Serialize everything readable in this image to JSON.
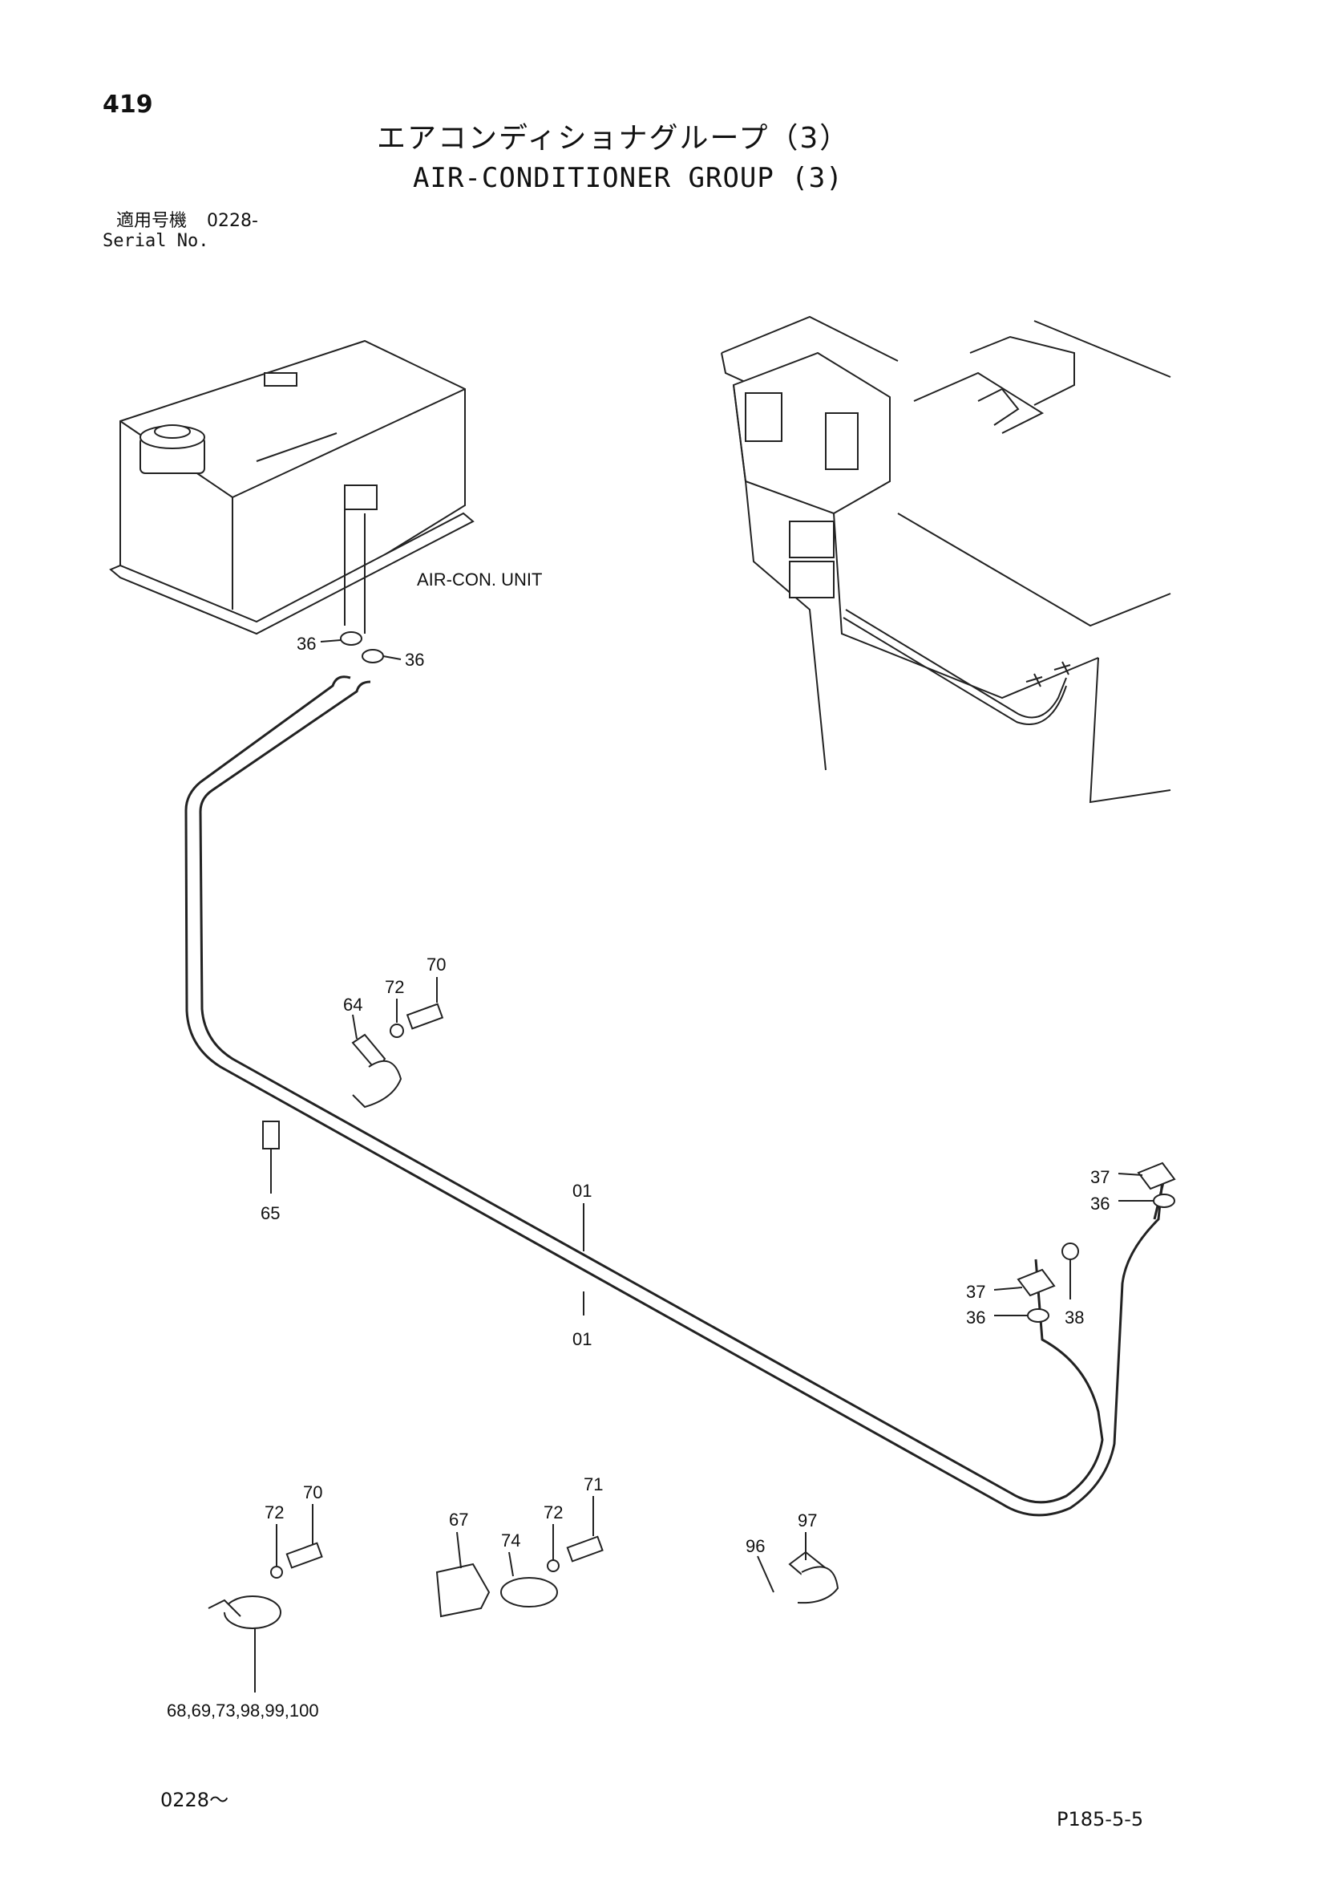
{
  "header": {
    "page_number": "419",
    "title_jp": "エアコンディショナグループ（3）",
    "title_en": "AIR-CONDITIONER GROUP (3)",
    "serial_label_jp": "適用号機",
    "serial_value": "0228-",
    "serial_label_en": "Serial No."
  },
  "diagram": {
    "unit_label": "AIR-CON. UNIT",
    "callouts": {
      "c36a": "36",
      "c36b": "36",
      "c70a": "70",
      "c72a": "72",
      "c64": "64",
      "c65": "65",
      "c01a": "01",
      "c01b": "01",
      "c37a": "37",
      "c36c": "36",
      "c37b": "37",
      "c36d": "36",
      "c38": "38",
      "c70b": "70",
      "c72b": "72",
      "c67": "67",
      "c74": "74",
      "c72c": "72",
      "c71": "71",
      "c96": "96",
      "c97": "97",
      "c68group": "68,69,73,98,99,100"
    }
  },
  "footer": {
    "left": "0228～",
    "right": "P185-5-5"
  }
}
